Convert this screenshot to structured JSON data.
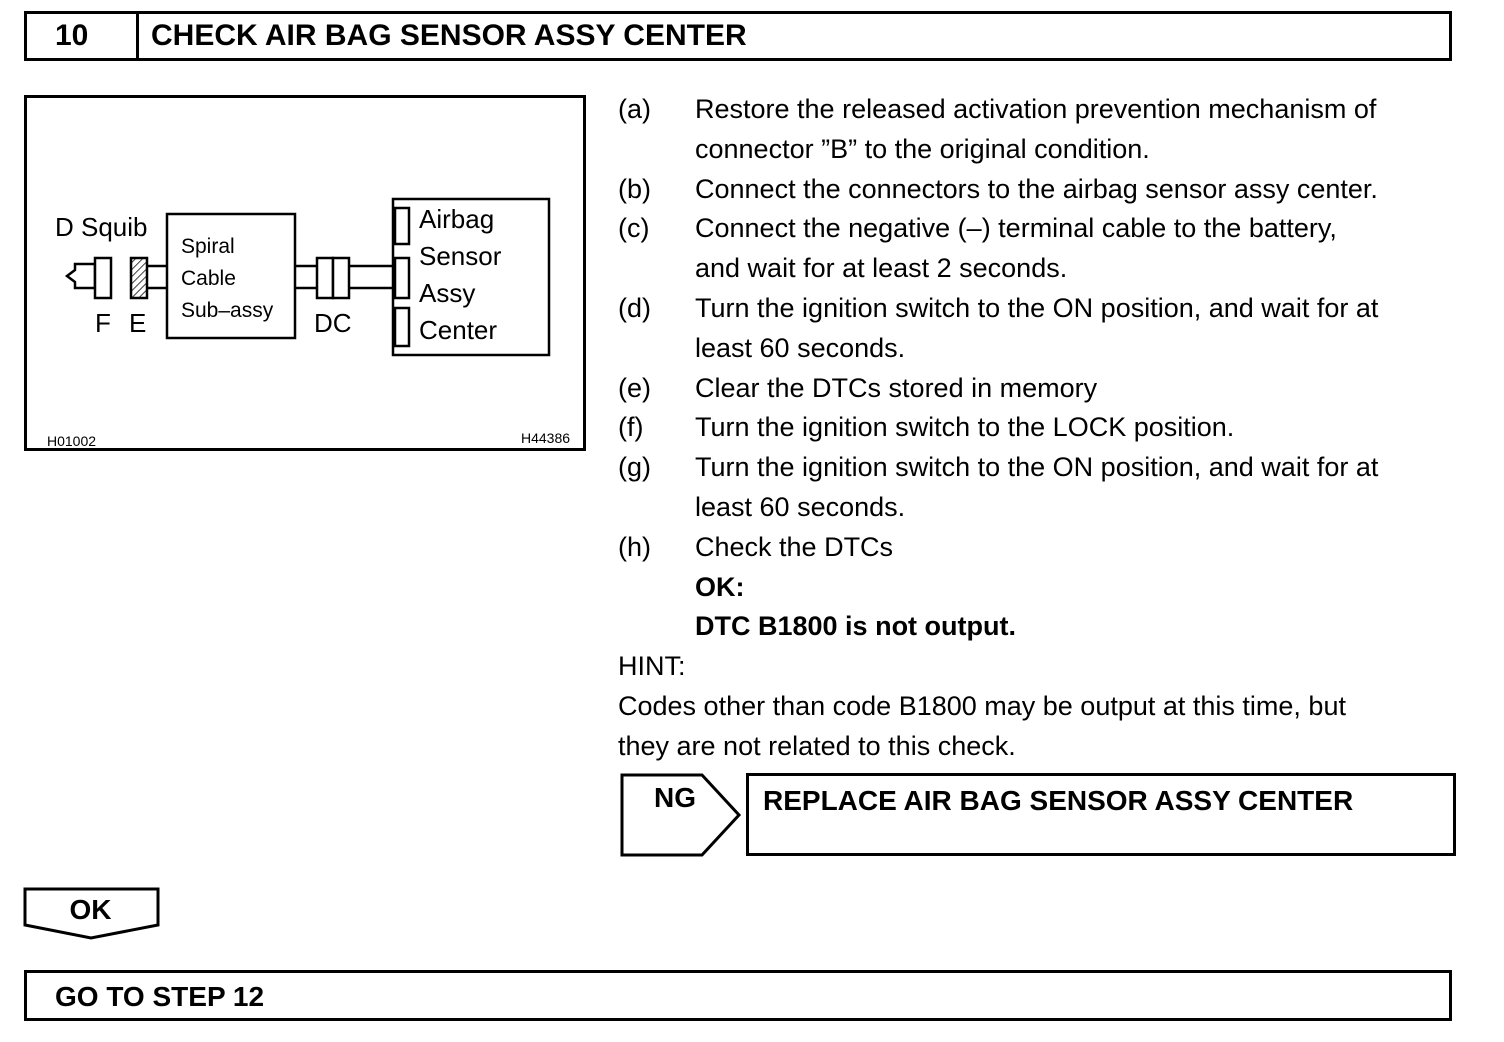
{
  "header": {
    "step_number": "10",
    "title": "CHECK AIR BAG SENSOR ASSY CENTER"
  },
  "figure": {
    "squib_label": "D Squib",
    "spiral_lines": [
      "Spiral",
      "Cable",
      "Sub–assy"
    ],
    "sensor_lines": [
      "Airbag",
      "Sensor",
      "Assy",
      "Center"
    ],
    "connector_f": "F",
    "connector_e": "E",
    "connector_dc": "DC",
    "code_left": "H01002",
    "code_right": "H44386"
  },
  "steps": [
    {
      "label": "(a)",
      "lines": [
        "Restore the released activation prevention mechanism of",
        "connector ”B” to the original condition."
      ]
    },
    {
      "label": "(b)",
      "lines": [
        "Connect the connectors to the airbag sensor assy center."
      ]
    },
    {
      "label": "(c)",
      "lines": [
        "Connect the negative (–) terminal cable to the battery,",
        "and wait for at least 2 seconds."
      ]
    },
    {
      "label": "(d)",
      "lines": [
        "Turn the ignition switch to the ON position, and wait for at",
        "least 60 seconds."
      ]
    },
    {
      "label": "(e)",
      "lines": [
        "Clear the DTCs stored in memory"
      ]
    },
    {
      "label": "(f)",
      "lines": [
        "Turn the ignition switch to the LOCK position."
      ]
    },
    {
      "label": "(g)",
      "lines": [
        "Turn the ignition switch to the ON position, and wait for at",
        "least 60 seconds."
      ]
    },
    {
      "label": "(h)",
      "lines": [
        "Check the DTCs"
      ]
    }
  ],
  "ok_result": {
    "label": "OK:",
    "text": "DTC B1800 is not output."
  },
  "hint": {
    "label": "HINT:",
    "lines": [
      "Codes other than code B1800 may be output at this time, but",
      "they are not related to this check."
    ]
  },
  "ng": {
    "label": "NG",
    "action": "REPLACE AIR BAG SENSOR ASSY CENTER"
  },
  "ok_branch": {
    "label": "OK"
  },
  "goto": {
    "text": "GO TO STEP 12"
  }
}
